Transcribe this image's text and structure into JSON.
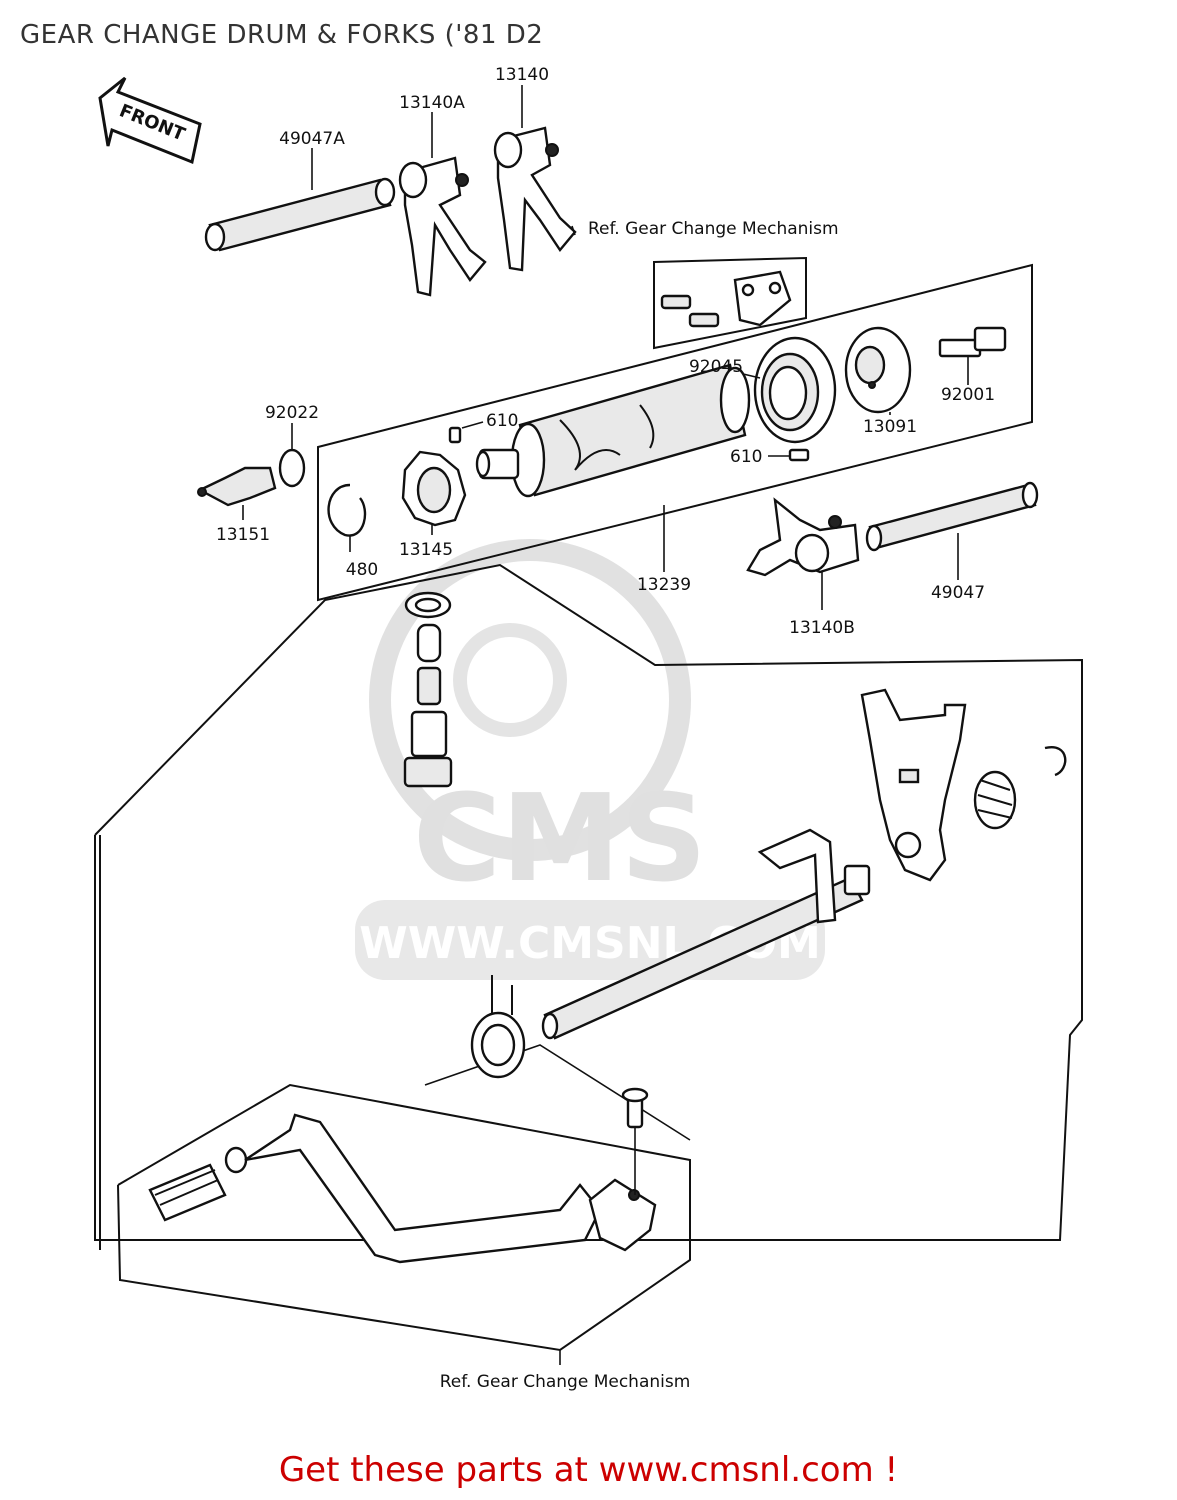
{
  "title": "GEAR CHANGE DRUM & FORKS ('81 D2",
  "front_marker": "FRONT",
  "labels": {
    "p49047A": "49047A",
    "p13140A": "13140A",
    "p13140": "13140",
    "ref_top": "Ref. Gear Change Mechanism",
    "p92045": "92045",
    "p92001": "92001",
    "p13091": "13091",
    "p92022": "92022",
    "p610a": "610",
    "p610b": "610",
    "p13151": "13151",
    "p480": "480",
    "p13145": "13145",
    "p13239": "13239",
    "p13140B": "13140B",
    "p49047": "49047",
    "ref_bottom": "Ref. Gear Change Mechanism"
  },
  "watermark": {
    "brand": "CMS",
    "url": "WWW.CMSNL.COM"
  },
  "footer": "Get these parts at www.cmsnl.com !",
  "colors": {
    "footer_text": "#cc0000",
    "line_art": "#111111",
    "watermark": "#dddddd"
  }
}
